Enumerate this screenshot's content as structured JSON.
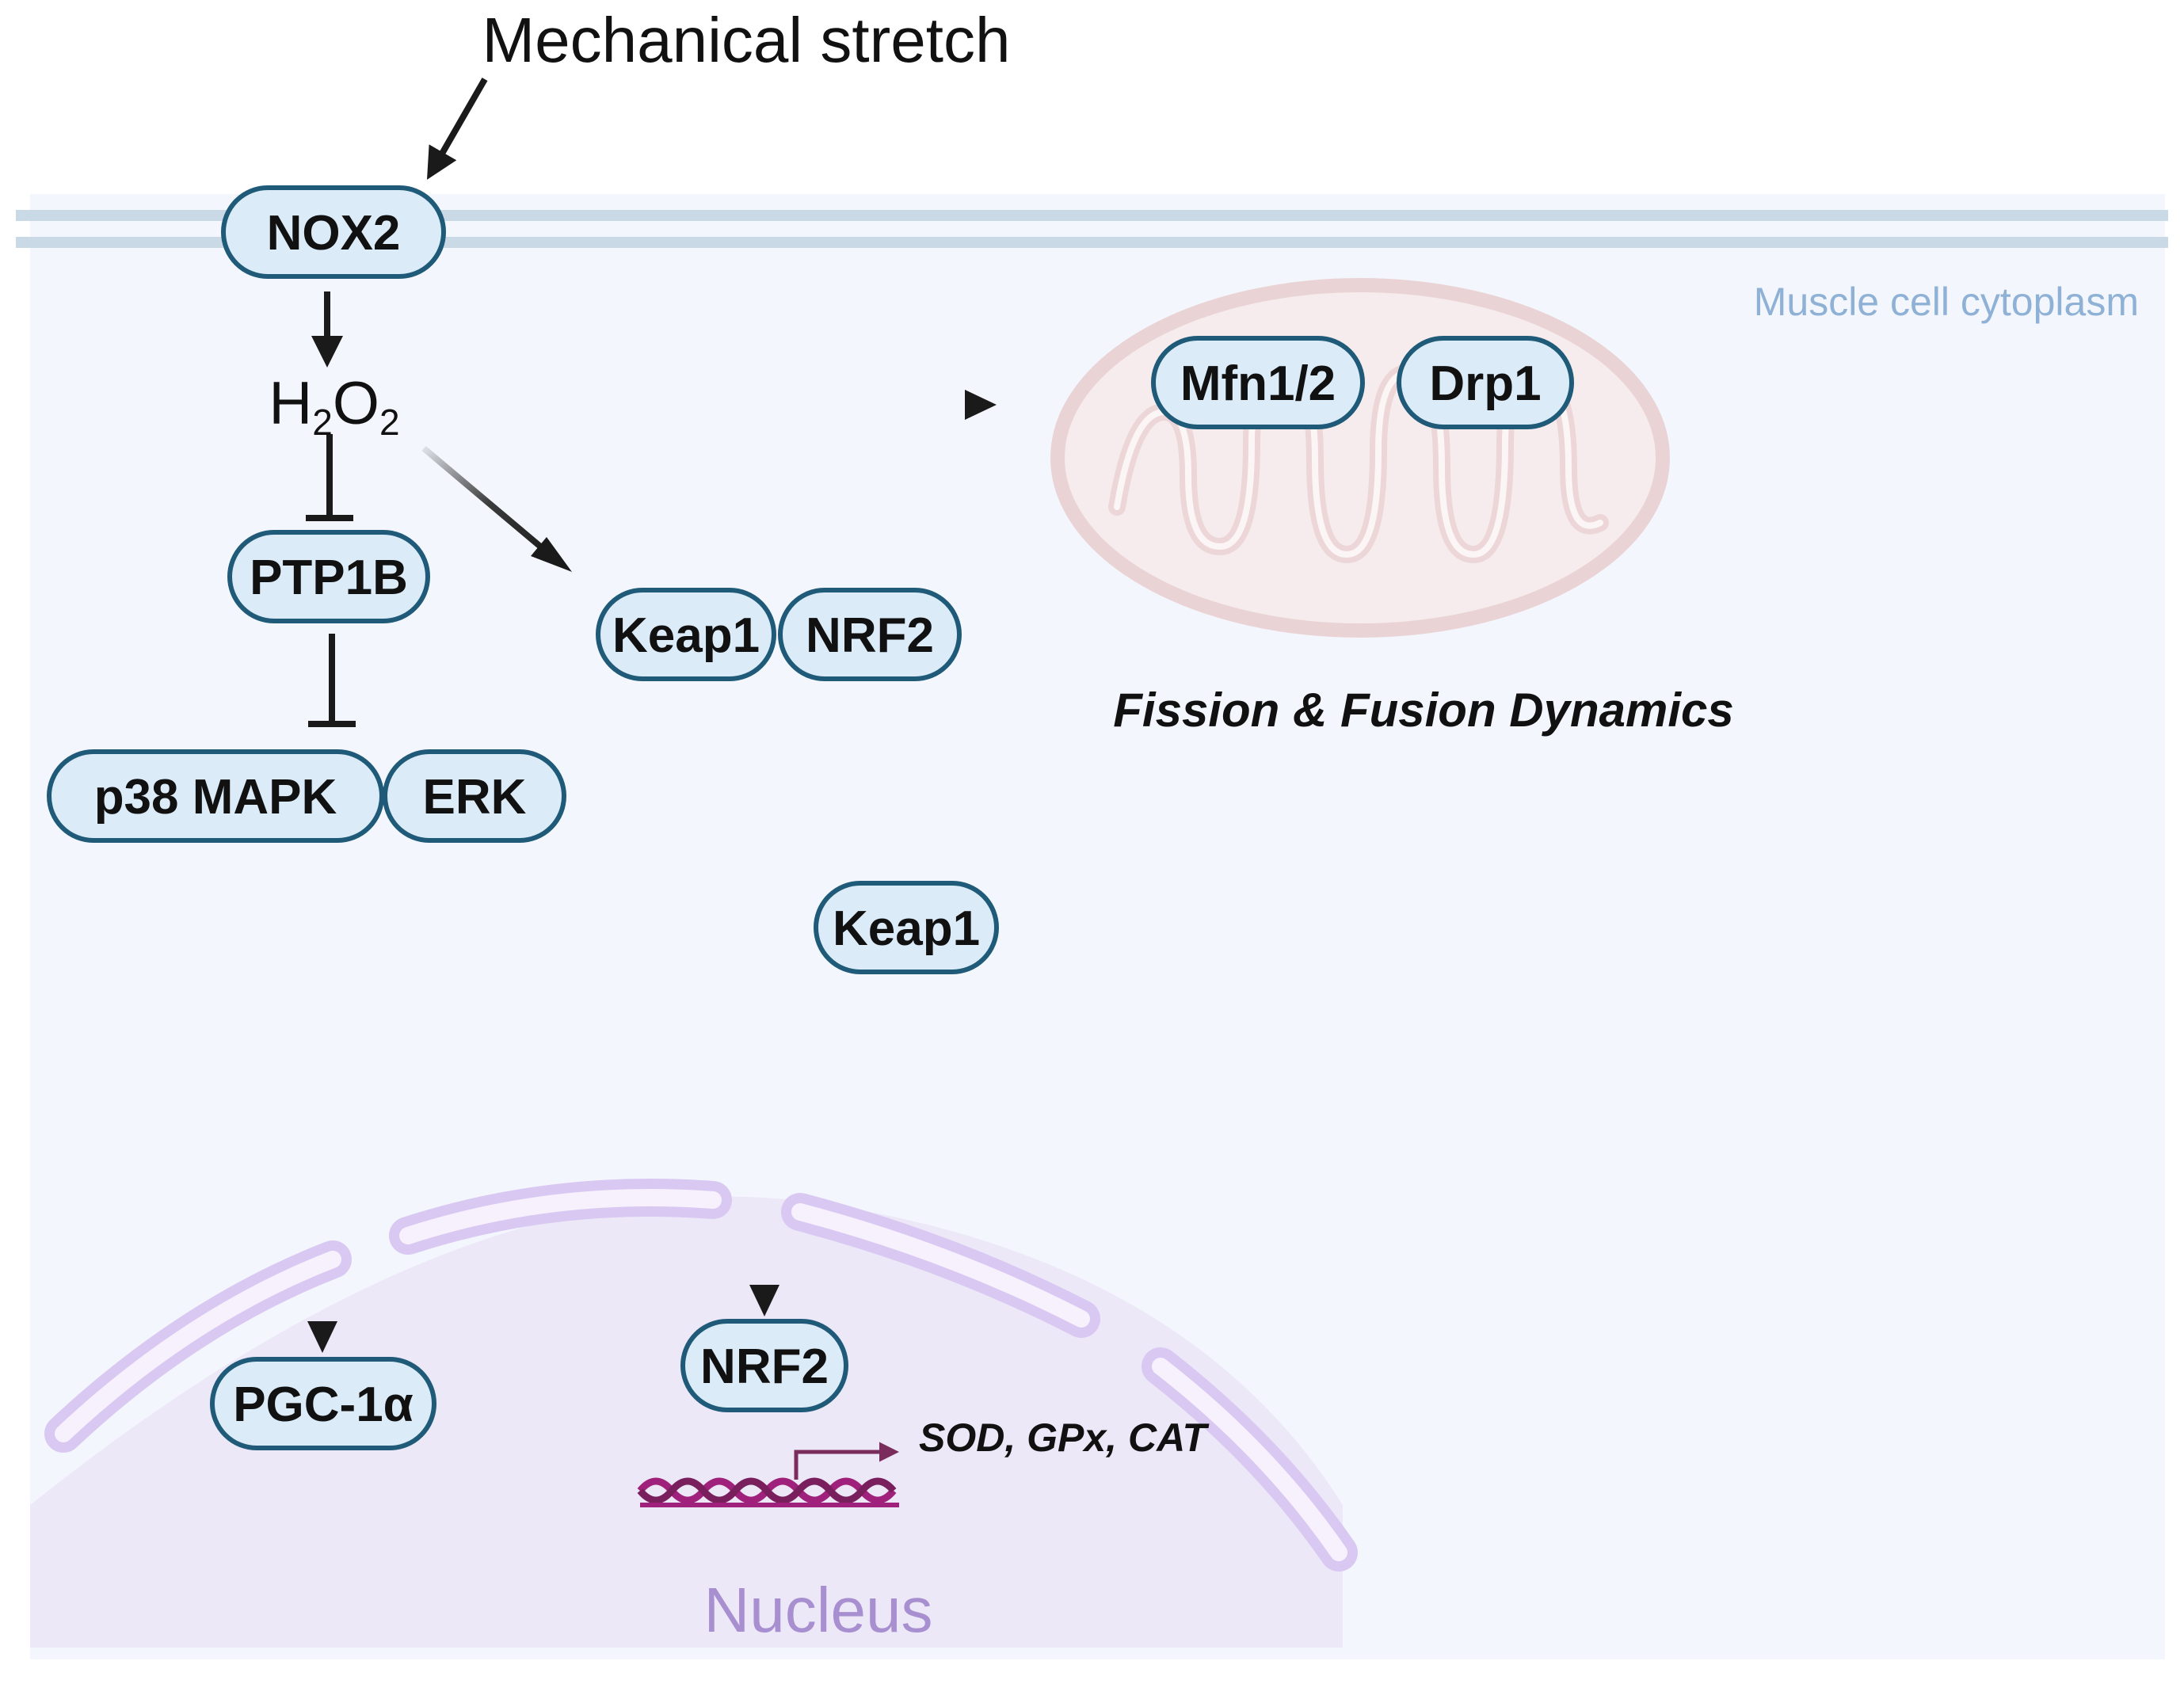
{
  "stimulus": "Mechanical stretch",
  "region_label": "Muscle cell cytoplasm",
  "nucleus_label": "Nucleus",
  "h2o2": {
    "base1": "H",
    "sub1": "2",
    "base2": "O",
    "sub2": "2"
  },
  "proteins": {
    "nox2": "NOX2",
    "ptp1b": "PTP1B",
    "p38": "p38 MAPK",
    "erk": "ERK",
    "keap1_complex": "Keap1",
    "nrf2_complex": "NRF2",
    "keap1_free": "Keap1",
    "nrf2_nuclear": "NRF2",
    "pgc1a": "PGC-1α",
    "mfn": "Mfn1/2",
    "drp1": "Drp1"
  },
  "dynamics_label": "Fission & Fusion Dynamics",
  "target_genes": "SOD, GPx, CAT",
  "colors": {
    "pill_fill": "#dcebf8",
    "pill_stroke": "#1f5a78",
    "cytoplasm": "#f3f7fd",
    "membrane": "#c9d9e5",
    "nucleus_fill": "#ece8f8",
    "nuclear_envelope": "#d9c8f2",
    "mitochondrion": "#f0d9da",
    "dna_strand_a": "#a0217c",
    "dna_strand_b": "#7a1f5e",
    "promoter_arrow": "#7a2d5c"
  }
}
